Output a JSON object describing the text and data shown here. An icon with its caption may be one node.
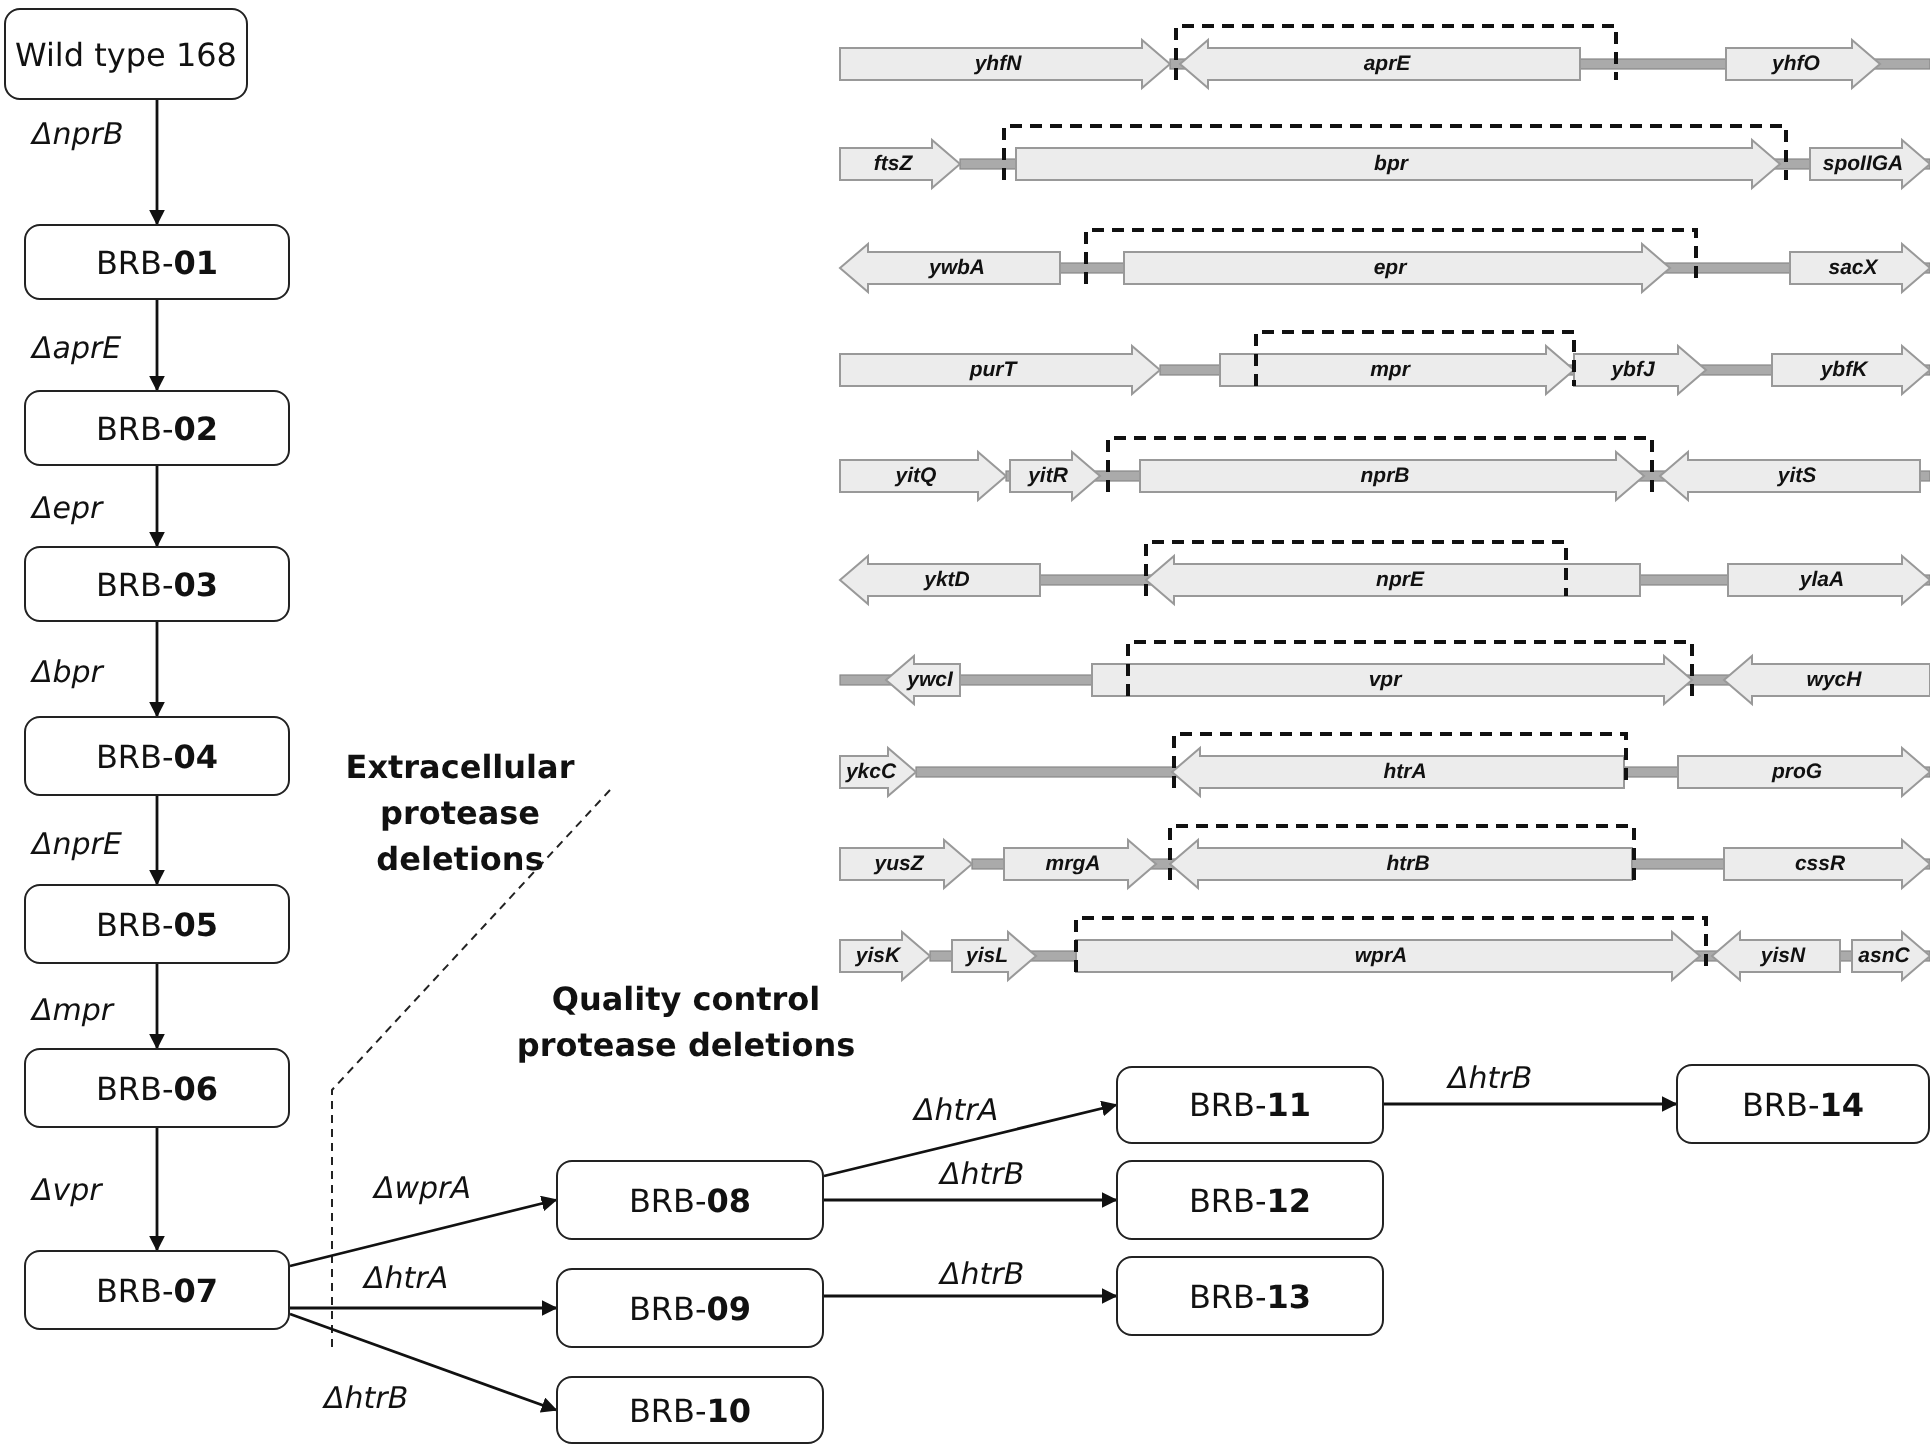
{
  "diagram": {
    "nodes": [
      {
        "text": [
          "Wild type 168"
        ]
      },
      {
        "text": [
          "BRB-**01**"
        ]
      },
      {
        "text": [
          "BRB-**02**"
        ]
      },
      {
        "text": [
          "BRB-**03**"
        ]
      },
      {
        "text": [
          "BRB-**04**"
        ]
      },
      {
        "text": [
          "BRB-**05**"
        ]
      },
      {
        "text": [
          "BRB-**06**"
        ]
      },
      {
        "text": [
          "BRB-**07**"
        ]
      },
      {
        "text": [
          "BRB-**08**"
        ]
      },
      {
        "text": [
          "BRB-**09**"
        ]
      },
      {
        "text": [
          "BRB-**10**"
        ]
      },
      {
        "text": [
          "BRB-**11**"
        ]
      },
      {
        "text": [
          "BRB-**12**"
        ]
      },
      {
        "text": [
          "BRB-**13**"
        ]
      },
      {
        "text": [
          "BRB-**14**"
        ]
      }
    ],
    "edges": [
      {
        "from": 0,
        "to": 1,
        "arrow": "to",
        "label": "ΔnprB"
      },
      {
        "from": 1,
        "to": 2,
        "arrow": "to",
        "label": "ΔaprE"
      },
      {
        "from": 2,
        "to": 3,
        "arrow": "to",
        "label": "Δepr"
      },
      {
        "from": 3,
        "to": 4,
        "arrow": "to",
        "label": "Δbpr"
      },
      {
        "from": 4,
        "to": 5,
        "arrow": "to",
        "label": "ΔnprE"
      },
      {
        "from": 5,
        "to": 6,
        "arrow": "to",
        "label": "Δmpr"
      },
      {
        "from": 6,
        "to": 7,
        "arrow": "to",
        "label": "Δvpr"
      },
      {
        "from": 7,
        "to": 8,
        "arrow": "to",
        "label": "ΔwprA"
      },
      {
        "from": 7,
        "to": 9,
        "arrow": "to",
        "label": "ΔhtrA"
      },
      {
        "from": 7,
        "to": 10,
        "arrow": "to",
        "label": "ΔhtrB"
      },
      {
        "from": 8,
        "to": 11,
        "arrow": "to",
        "label": "ΔhtrA"
      },
      {
        "from": 8,
        "to": 12,
        "arrow": "to",
        "label": "ΔhtrB"
      },
      {
        "from": 9,
        "to": 13,
        "arrow": "to",
        "label": "ΔhtrB"
      },
      {
        "from": 11,
        "to": 14,
        "arrow": "to",
        "label": "ΔhtrB"
      }
    ],
    "labels": [
      "yhfN",
      "aprE",
      "yhfO",
      "ftsZ",
      "bpr",
      "spoIIGA",
      "ywbA",
      "epr",
      "sacX",
      "purT",
      "mpr",
      "ybfJ",
      "ybfK",
      "yitQ",
      "yitR",
      "nprB",
      "yitS",
      "yktD",
      "nprE",
      "ylaA",
      "ywcI",
      "vpr",
      "wycH",
      "ykcC",
      "htrA",
      "proG",
      "yusZ",
      "mrgA",
      "htrB",
      "cssR",
      "yisK",
      "yisL",
      "wprA",
      "yisN",
      "asnC",
      "Extracellular protease deletions",
      "Quality control protease deletions"
    ]
  }
}
